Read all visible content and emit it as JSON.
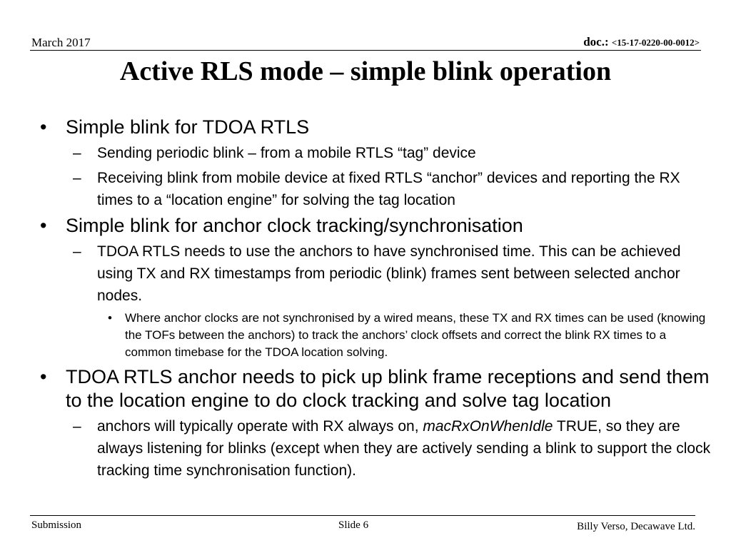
{
  "header": {
    "date": "March 2017",
    "doc_label": "doc.: ",
    "doc_number": "<15-17-0220-00-0012>"
  },
  "title": "Active RLS mode – simple blink operation",
  "bullets": {
    "b1": {
      "text": "Simple blink for TDOA RTLS",
      "sub1": "Sending periodic blink – from a mobile RTLS “tag” device",
      "sub2": "Receiving blink from mobile device at fixed RTLS “anchor” devices and reporting the RX times to a “location engine” for solving the tag location"
    },
    "b2": {
      "text": "Simple blink for anchor clock tracking/synchronisation",
      "sub1": "TDOA RTLS needs to use the anchors to have synchronised time. This can be achieved using TX and RX timestamps from periodic (blink) frames sent between selected anchor nodes.",
      "sub1_1": "Where anchor clocks are not synchronised by a wired means, these TX and RX times can be used (knowing the TOFs between the anchors) to track the anchors’ clock offsets and correct the blink RX times to a common timebase for the TDOA location solving."
    },
    "b3": {
      "text": "TDOA RTLS anchor needs to pick up blink frame receptions and send them to the location engine to do clock tracking and solve tag location",
      "sub1_pre": "anchors will typically operate with RX always on, ",
      "sub1_em": "macRxOnWhenIdle",
      "sub1_post": " TRUE, so they are always listening for blinks (except when they are actively sending a blink to support the clock tracking time synchronisation function)."
    }
  },
  "footer": {
    "left": "Submission",
    "middle": "Slide 6",
    "right": "Billy Verso,  Decawave Ltd."
  },
  "marks": {
    "bullet": "•",
    "dash": "–"
  }
}
